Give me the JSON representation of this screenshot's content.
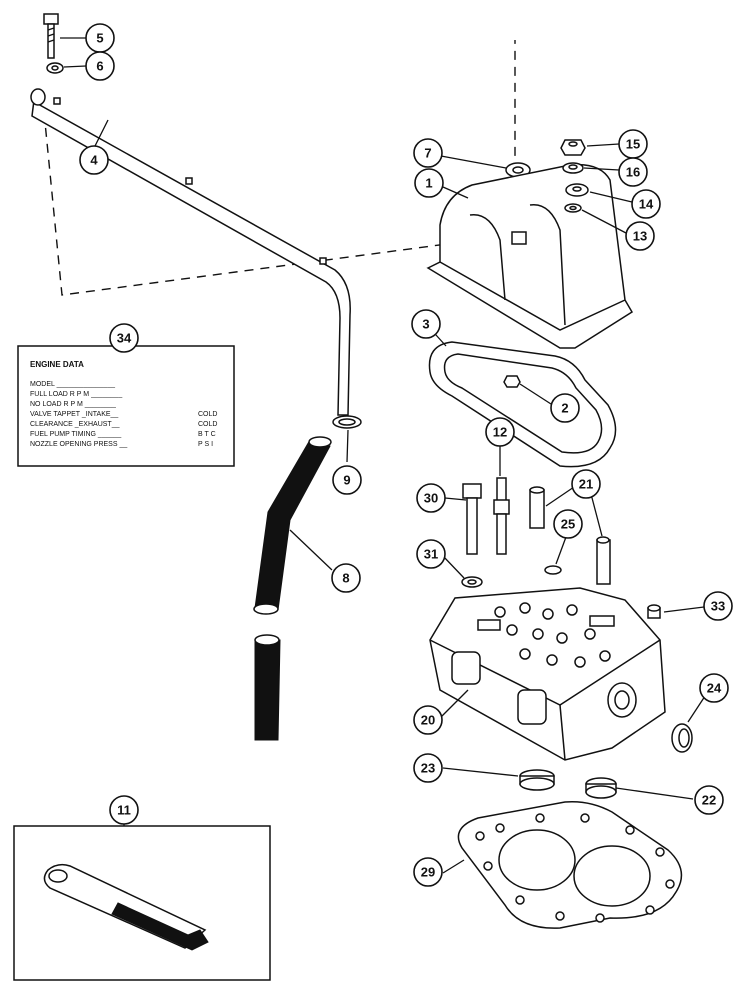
{
  "engine_data_decal": {
    "title": "ENGINE DATA",
    "lines": [
      {
        "label": "MODEL _______________",
        "unit": ""
      },
      {
        "label": "FULL LOAD R P M ________",
        "unit": ""
      },
      {
        "label": "NO LOAD R P M ________",
        "unit": ""
      },
      {
        "label": "VALVE TAPPET _INTAKE__",
        "unit": "COLD"
      },
      {
        "label": "CLEARANCE _EXHAUST__",
        "unit": "COLD"
      },
      {
        "label": "FUEL PUMP TIMING ______",
        "unit": "B T C"
      },
      {
        "label": "NOZZLE OPENING PRESS __",
        "unit": "P S I"
      }
    ]
  },
  "callouts": {
    "c1": "1",
    "c2": "2",
    "c3": "3",
    "c4": "4",
    "c5": "5",
    "c6": "6",
    "c7": "7",
    "c8": "8",
    "c9": "9",
    "c11": "11",
    "c12": "12",
    "c13": "13",
    "c14": "14",
    "c15": "15",
    "c16": "16",
    "c20": "20",
    "c21": "21",
    "c22": "22",
    "c23": "23",
    "c24": "24",
    "c25": "25",
    "c29": "29",
    "c30": "30",
    "c31": "31",
    "c33": "33",
    "c34": "34"
  }
}
